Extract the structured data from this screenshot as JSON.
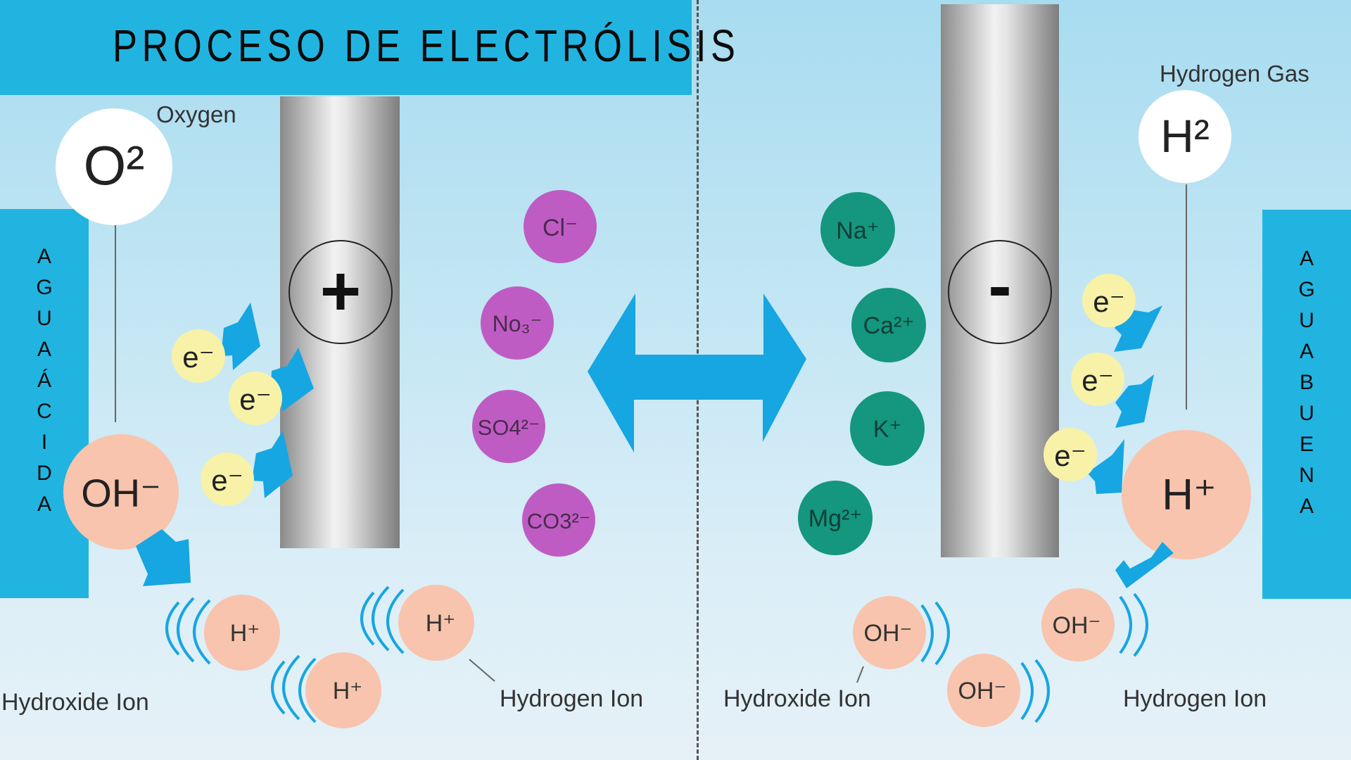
{
  "title": "PROCESO DE ELECTRÓLISIS",
  "left_panel": {
    "letters": [
      "A",
      "G",
      "U",
      "A",
      "",
      "Á",
      "C",
      "I",
      "D",
      "A"
    ]
  },
  "right_panel": {
    "letters": [
      "A",
      "G",
      "U",
      "A",
      "",
      "B",
      "U",
      "E",
      "N",
      "A"
    ]
  },
  "anode": {
    "sign": "+",
    "gas_label": "Oxygen",
    "gas_formula": "O²"
  },
  "cathode": {
    "sign": "-",
    "gas_label": "Hydrogen Gas",
    "gas_formula": "H²"
  },
  "electron": "e⁻",
  "anions": [
    "Cl⁻",
    "No₃⁻",
    "SO4²⁻",
    "CO3²⁻"
  ],
  "cations": [
    "Na⁺",
    "Ca²⁺",
    "K⁺",
    "Mg²⁺"
  ],
  "left": {
    "big_ion": "OH⁻",
    "small_ion": "H⁺",
    "label_left": "Hydroxide Ion",
    "label_right": "Hydrogen Ion"
  },
  "right": {
    "big_ion": "H⁺",
    "small_ion": "OH⁻",
    "label_left": "Hydroxide Ion",
    "label_right": "Hydrogen Ion"
  },
  "colors": {
    "panel": "#22b4e0",
    "anion": "#bf5cc4",
    "cation": "#15967e",
    "electron": "#f7f2a8",
    "ion": "#f8c4ad",
    "arrow": "#16a6e2"
  }
}
